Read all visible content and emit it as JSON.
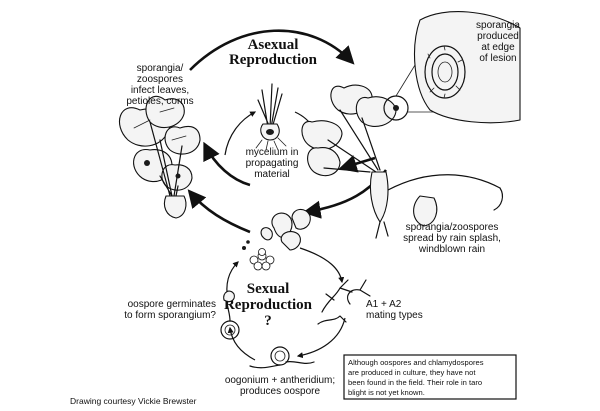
{
  "titles": {
    "asexual_line1": "Asexual",
    "asexual_line2": "Reproduction",
    "sexual_line1": "Sexual",
    "sexual_line2": "Reproduction",
    "sexual_line3": "?"
  },
  "labels": {
    "sporangia_infect": [
      "sporangia/",
      "zoospores",
      "infect leaves,",
      "petioles, corms"
    ],
    "mycelium": [
      "mycelium in",
      "propagating",
      "material"
    ],
    "edge_of_lesion": [
      "sporangia",
      "produced",
      "at edge",
      "of lesion"
    ],
    "rain_splash": [
      "sporangia/zoospores",
      "spread by rain splash,",
      "windblown rain"
    ],
    "mating_types": [
      "A1 + A2",
      "mating types"
    ],
    "oospore_germinates": [
      "oospore germinates",
      "to form sporangium?"
    ],
    "oogonium": [
      "oogonium + antheridium;",
      "produces oospore"
    ]
  },
  "note": [
    "Although oospores and chlamydospores",
    "are produced in culture, they have not",
    "been found in the field. Their role in taro",
    "blight is not yet known."
  ],
  "credit": "Drawing courtesy Vickie Brewster"
}
